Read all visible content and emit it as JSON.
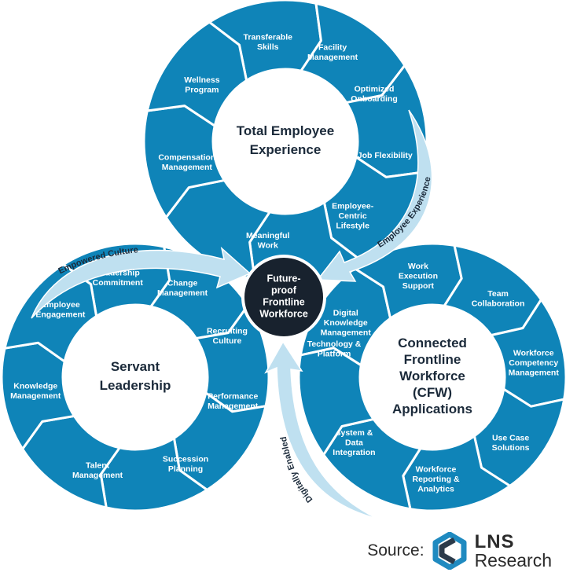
{
  "colors": {
    "segment": "#0f84b8",
    "arrow": "#bfe0f0",
    "center": "#18222e",
    "title": "#1b2a3a",
    "logo": "#1f8ac0"
  },
  "diagram": {
    "center": {
      "label": [
        "Future-",
        "proof",
        "Frontline",
        "Workforce"
      ]
    },
    "circles": [
      {
        "title": [
          "Total Employee",
          "Experience"
        ],
        "segments": [
          [
            "Transferable",
            "Skills"
          ],
          [
            "Facility",
            "Management"
          ],
          [
            "Optimized",
            "Onboarding"
          ],
          [
            "Job Flexibility"
          ],
          [
            "Employee-",
            "Centric",
            "Lifestyle"
          ],
          [
            "Meaningful",
            "Work"
          ],
          [
            "Compensation",
            "Management"
          ],
          [
            "Wellness",
            "Program"
          ]
        ]
      },
      {
        "title": [
          "Servant",
          "Leadership"
        ],
        "segments": [
          [
            "Leadership",
            "Commitment"
          ],
          [
            "Change",
            "Management"
          ],
          [
            "Recruiting",
            "Culture"
          ],
          [
            "Performance",
            "Management"
          ],
          [
            "Succession",
            "Planning"
          ],
          [
            "Talent",
            "Management"
          ],
          [
            "Knowledge",
            "Management"
          ],
          [
            "Employee",
            "Engagement"
          ]
        ]
      },
      {
        "title": [
          "Connected",
          "Frontline",
          "Workforce",
          "(CFW)",
          "Applications"
        ],
        "segments": [
          [
            "Digital",
            "Knowledge",
            "Management"
          ],
          [
            "Work",
            "Execution",
            "Support"
          ],
          [
            "Team",
            "Collaboration"
          ],
          [
            "Workforce",
            "Competency",
            "Management"
          ],
          [
            "Use Case",
            "Solutions"
          ],
          [
            "Workforce",
            "Reporting &",
            "Analytics"
          ],
          [
            "System &",
            "Data",
            "Integration"
          ],
          [
            "Technology &",
            "Platform"
          ]
        ]
      }
    ],
    "arrows": [
      {
        "label": "Empowered Culture"
      },
      {
        "label": "Employee Experience"
      },
      {
        "label": "Digitally Enabled"
      }
    ]
  },
  "source": {
    "label": "Source:",
    "brand_top": "LNS",
    "brand_bottom": "Research",
    "logo_icon": "hexagon-chevron-icon"
  }
}
